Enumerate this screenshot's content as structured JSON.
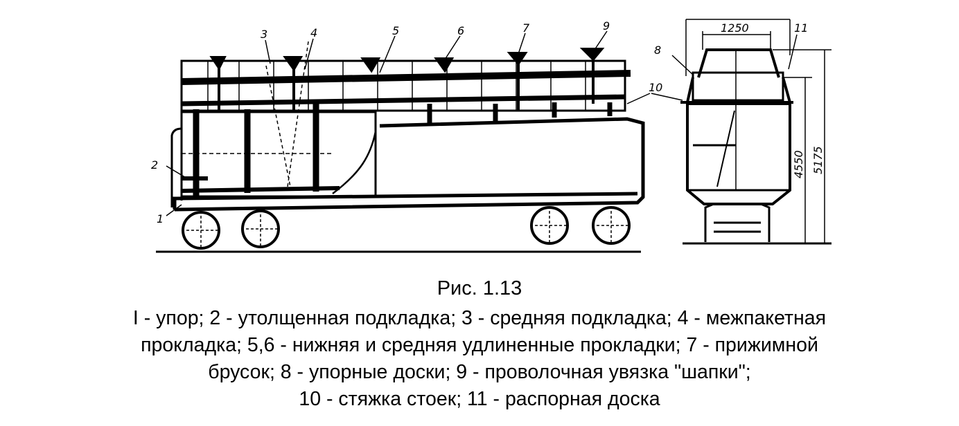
{
  "figure": {
    "title": "Рис. 1.13",
    "legend_lines": [
      "I - упор; 2 - утолщенная подкладка; 3 - средняя подкладка; 4 - межпакетная",
      "прокладка; 5,6 - нижняя и средняя удлиненные прокладки; 7 - прижимной",
      "брусок; 8 - упорные доски; 9 - проволочная увязка \"шапки\";",
      "10 - стяжка стоек; 11 - распорная доска"
    ]
  },
  "side_view": {
    "callouts": [
      "1",
      "2",
      "3",
      "4",
      "5",
      "6",
      "7",
      "9",
      "10"
    ]
  },
  "end_view": {
    "callouts": [
      "8",
      "11"
    ],
    "dimensions": {
      "top_width": "1250",
      "height_inner": "4550",
      "height_outer": "5175"
    }
  }
}
